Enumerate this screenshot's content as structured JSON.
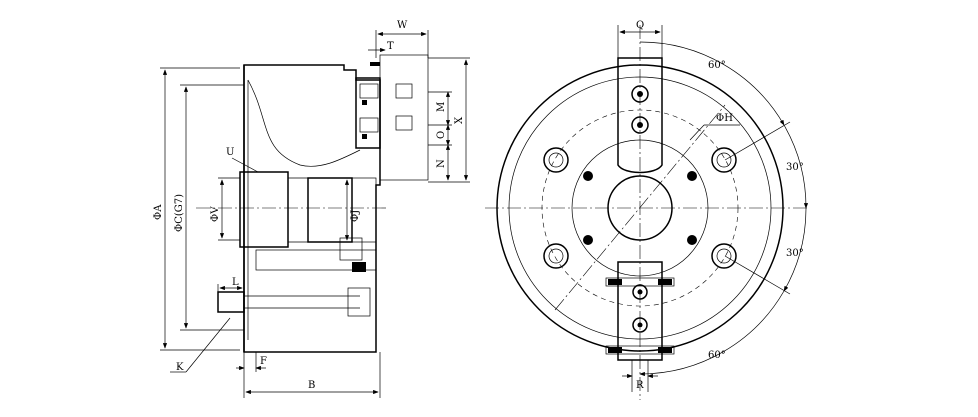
{
  "side_view": {
    "labels": {
      "W": "W",
      "T": "T",
      "M": "M",
      "O": "O",
      "X": "X",
      "N": "N",
      "U": "U",
      "phiA": "ΦA",
      "phiC": "ΦC(G7)",
      "phiV": "ΦV",
      "phiJ": "ΦJ",
      "L": "L",
      "K": "K",
      "F": "F",
      "B": "B"
    }
  },
  "front_view": {
    "labels": {
      "Q": "Q",
      "R": "R",
      "phiH": "ΦH",
      "angle_top": "60°",
      "angle_right_upper": "30°",
      "angle_right_lower": "30°",
      "angle_bottom": "60°"
    }
  },
  "colors": {
    "line": "#000000",
    "background": "#ffffff"
  }
}
